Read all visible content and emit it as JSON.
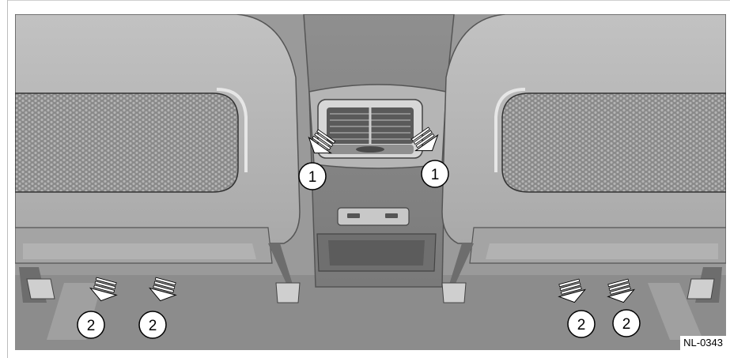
{
  "figure": {
    "image_code": "NL-0343",
    "callouts": [
      {
        "label": "1"
      },
      {
        "label": "1"
      },
      {
        "label": "2"
      },
      {
        "label": "2"
      },
      {
        "label": "2"
      },
      {
        "label": "2"
      }
    ],
    "colors": {
      "background": "#9a9a9a",
      "floor": "#8c8c8c",
      "seat_light": "#b9b9b9",
      "seat_mid": "#a7a7a7",
      "seat_dark": "#6d6d6d",
      "arrow": "#ffffff",
      "callout_fill": "#ffffff",
      "outline": "#000000"
    }
  }
}
